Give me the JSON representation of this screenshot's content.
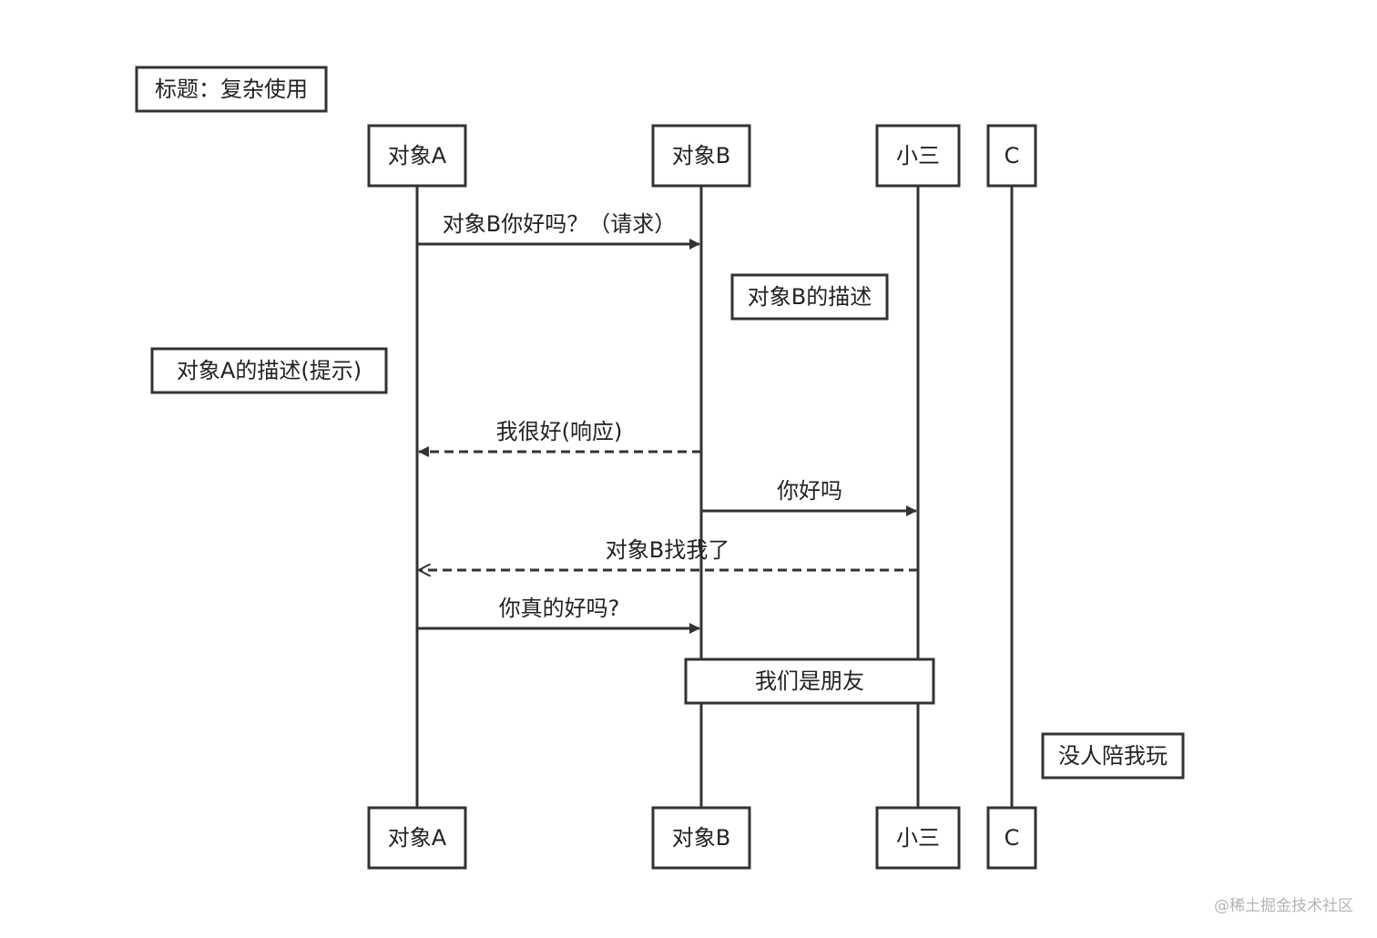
{
  "title": "标题：复杂使用",
  "participants": [
    {
      "id": "A",
      "label": "对象A"
    },
    {
      "id": "B",
      "label": "对象B"
    },
    {
      "id": "X",
      "label": "小三"
    },
    {
      "id": "C",
      "label": "C"
    }
  ],
  "messages": [
    {
      "from": "A",
      "to": "B",
      "label": "对象B你好吗？（请求）",
      "style": "solid"
    },
    {
      "from": "B",
      "to": "A",
      "label": "我很好(响应)",
      "style": "dashed"
    },
    {
      "from": "B",
      "to": "X",
      "label": "你好吗",
      "style": "solid"
    },
    {
      "from": "X",
      "to": "A",
      "label": "对象B找我了",
      "style": "dashed-open"
    },
    {
      "from": "A",
      "to": "B",
      "label": "你真的好吗?",
      "style": "solid"
    }
  ],
  "notes": [
    {
      "label": "对象B的描述",
      "position": "right of",
      "over": [
        "B"
      ]
    },
    {
      "label": "对象A的描述(提示)",
      "position": "left of",
      "over": [
        "A"
      ]
    },
    {
      "label": "我们是朋友",
      "position": "over",
      "over": [
        "B",
        "X"
      ]
    },
    {
      "label": "没人陪我玩",
      "position": "right of",
      "over": [
        "C"
      ]
    }
  ],
  "watermark": "@稀土掘金技术社区",
  "colors": {
    "line": "#333333",
    "text": "#222222",
    "background": "#ffffff"
  }
}
